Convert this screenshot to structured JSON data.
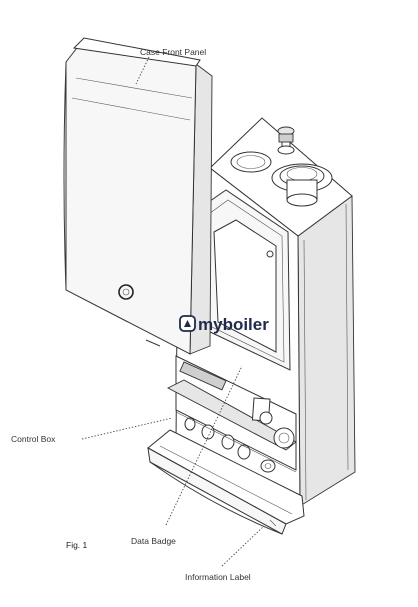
{
  "labels": {
    "case_front_panel": "Case Front Panel",
    "control_box": "Control Box",
    "data_badge": "Data Badge",
    "information_label": "Information Label",
    "figure": "Fig. 1"
  },
  "watermark": {
    "brand": "myboiler",
    "icon": "flame-house-icon",
    "color": "#1f2a4a"
  }
}
